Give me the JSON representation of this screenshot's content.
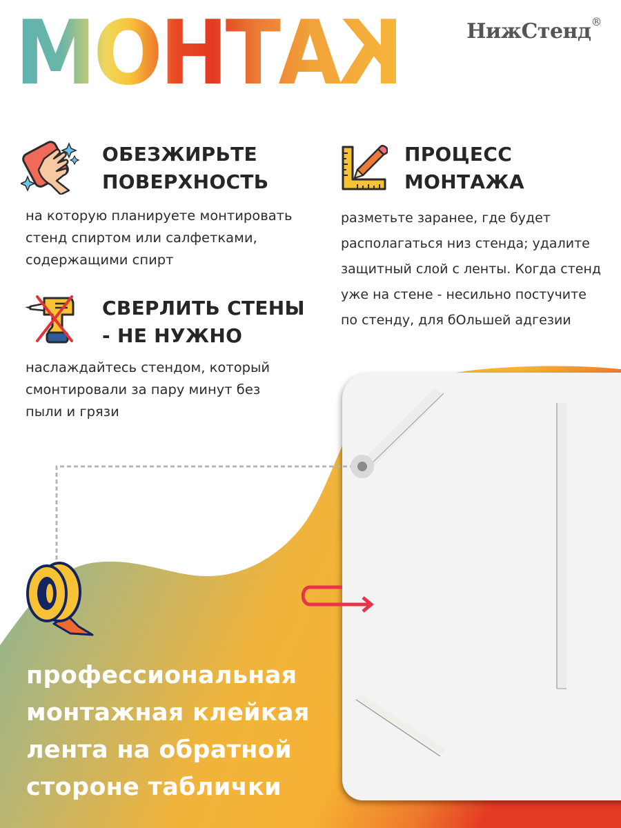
{
  "header": {
    "title": "МОНТАЖ",
    "brand": "НижСтенд",
    "brand_mark": "®"
  },
  "sections": [
    {
      "icon": "hand-wipe-icon",
      "title_line1": "ОБЕЗЖИРЬТЕ",
      "title_line2": "ПОВЕРХНОСТЬ",
      "text_lines": [
        "на которую планируете монтировать",
        "стенд спиртом или салфетками,",
        "содержащими спирт"
      ]
    },
    {
      "icon": "no-drill-icon",
      "title_line1": "СВЕРЛИТЬ СТЕНЫ",
      "title_line2": "- НЕ НУЖНО",
      "text_lines": [
        "наслаждайтесь стендом, который",
        "смонтировали за пару минут без",
        "пыли и грязи"
      ]
    },
    {
      "icon": "ruler-pencil-icon",
      "title_line1": "ПРОЦЕСС",
      "title_line2": "МОНТАЖА",
      "text_lines": [
        "разметьте заранее, где будет",
        "располагаться низ стенда; удалите",
        "защитный слой с ленты. Когда стенд",
        "уже на стене - несильно постучите",
        "по стенду, для бОльшей адгезии"
      ]
    }
  ],
  "bottom": {
    "icon": "tape-roll-icon",
    "text_lines": [
      "профессиональная",
      "монтажная клейкая",
      "лента на обратной",
      "стороне таблички"
    ]
  },
  "colors": {
    "teal": "#5fb4b0",
    "yellow": "#f7b733",
    "orange": "#ec7a2e",
    "red": "#e23a22",
    "arrow_red": "#e8344a",
    "text_dark": "#262626",
    "plate": "#f3f3f3"
  }
}
